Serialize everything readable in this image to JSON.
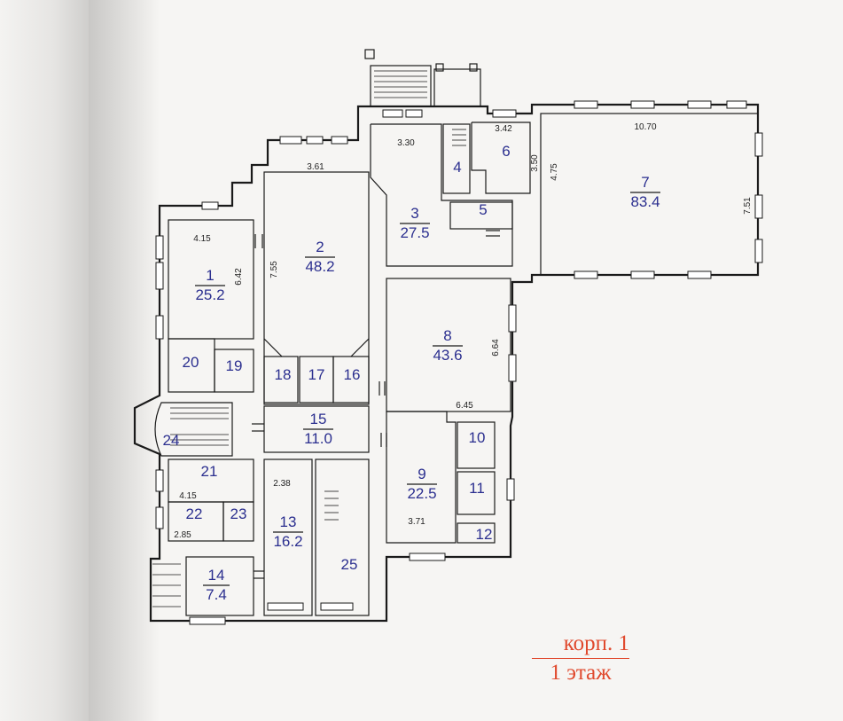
{
  "rooms": [
    {
      "id": "1",
      "number": "1",
      "area": "25.2"
    },
    {
      "id": "2",
      "number": "2",
      "area": "48.2"
    },
    {
      "id": "3",
      "number": "3",
      "area": "27.5"
    },
    {
      "id": "4",
      "number": "4",
      "area": ""
    },
    {
      "id": "5",
      "number": "5",
      "area": ""
    },
    {
      "id": "6",
      "number": "6",
      "area": ""
    },
    {
      "id": "7",
      "number": "7",
      "area": "83.4"
    },
    {
      "id": "8",
      "number": "8",
      "area": "43.6"
    },
    {
      "id": "9",
      "number": "9",
      "area": "22.5"
    },
    {
      "id": "10",
      "number": "10",
      "area": ""
    },
    {
      "id": "11",
      "number": "11",
      "area": ""
    },
    {
      "id": "12",
      "number": "12",
      "area": ""
    },
    {
      "id": "13",
      "number": "13",
      "area": "16.2"
    },
    {
      "id": "14",
      "number": "14",
      "area": "7.4"
    },
    {
      "id": "15",
      "number": "15",
      "area": "11.0"
    },
    {
      "id": "16",
      "number": "16",
      "area": ""
    },
    {
      "id": "17",
      "number": "17",
      "area": ""
    },
    {
      "id": "18",
      "number": "18",
      "area": ""
    },
    {
      "id": "19",
      "number": "19",
      "area": ""
    },
    {
      "id": "20",
      "number": "20",
      "area": ""
    },
    {
      "id": "21",
      "number": "21",
      "area": ""
    },
    {
      "id": "22",
      "number": "22",
      "area": ""
    },
    {
      "id": "23",
      "number": "23",
      "area": ""
    },
    {
      "id": "24",
      "number": "24",
      "area": ""
    },
    {
      "id": "25",
      "number": "25",
      "area": ""
    }
  ],
  "dimensions": {
    "d_4_15_top": "4.15",
    "d_6_42": "6.42",
    "d_3_61": "3.61",
    "d_7_55": "7.55",
    "d_3_30": "3.30",
    "d_3_42": "3.42",
    "d_3_50": "3.50",
    "d_4_75": "4.75",
    "d_10_70": "10.70",
    "d_7_51": "7.51",
    "d_6_64": "6.64",
    "d_6_45": "6.45",
    "d_2_38": "2.38",
    "d_4_15_bottom": "4.15",
    "d_2_85": "2.85",
    "d_3_71": "3.71"
  },
  "caption": {
    "building": "корп. 1",
    "floor": "1 этаж"
  }
}
